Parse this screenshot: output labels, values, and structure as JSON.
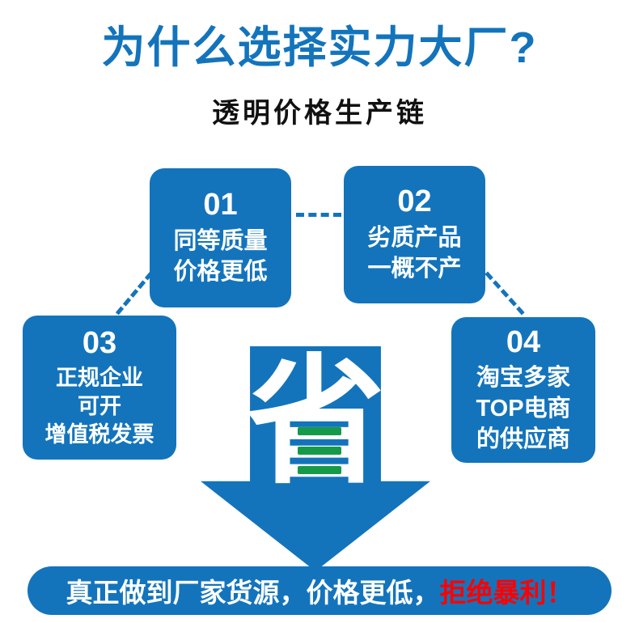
{
  "page": {
    "title": "为什么选择实力大厂?",
    "subtitle": "透明价格生产链"
  },
  "colors": {
    "primary_blue": "#1374bc",
    "accent_green": "#169a4a",
    "highlight_red": "#ff0000",
    "text_white": "#ffffff",
    "text_black": "#111111"
  },
  "boxes": [
    {
      "number": "01",
      "lines": [
        "同等质量",
        "价格更低"
      ]
    },
    {
      "number": "02",
      "lines": [
        "劣质产品",
        "一概不产"
      ]
    },
    {
      "number": "03",
      "lines": [
        "正规企业",
        "可开",
        "增值税发票"
      ]
    },
    {
      "number": "04",
      "lines": [
        "淘宝多家",
        "TOP电商",
        "的供应商"
      ]
    }
  ],
  "arrow": {
    "label": "省"
  },
  "banner": {
    "text_white": "真正做到厂家货源，价格更低，",
    "text_red": "拒绝暴利！"
  }
}
